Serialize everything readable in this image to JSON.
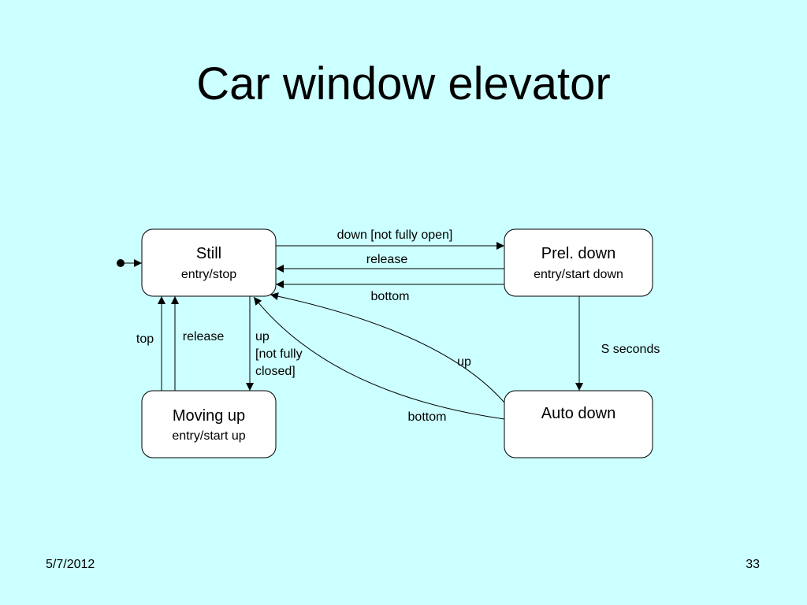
{
  "slide": {
    "title": "Car window elevator",
    "date": "5/7/2012",
    "page_number": "33"
  },
  "states": {
    "still": {
      "name": "Still",
      "action": "entry/stop"
    },
    "prel_down": {
      "name": "Prel. down",
      "action": "entry/start down"
    },
    "moving_up": {
      "name": "Moving up",
      "action": "entry/start up"
    },
    "auto_down": {
      "name": "Auto down"
    }
  },
  "transitions": {
    "still_to_prel_down": "down [not fully open]",
    "prel_down_to_still_release": "release",
    "prel_down_to_still_bottom": "bottom",
    "moving_up_to_still_top": "top",
    "moving_up_to_still_release": "release",
    "still_to_moving_up": [
      "up",
      "[not fully",
      "closed]"
    ],
    "prel_down_to_auto_down": "S seconds",
    "auto_down_to_still_up": "up",
    "auto_down_to_still_bottom": "bottom"
  },
  "colors": {
    "background": "#ccffff",
    "state_fill": "#ffffff",
    "line": "#000000"
  }
}
